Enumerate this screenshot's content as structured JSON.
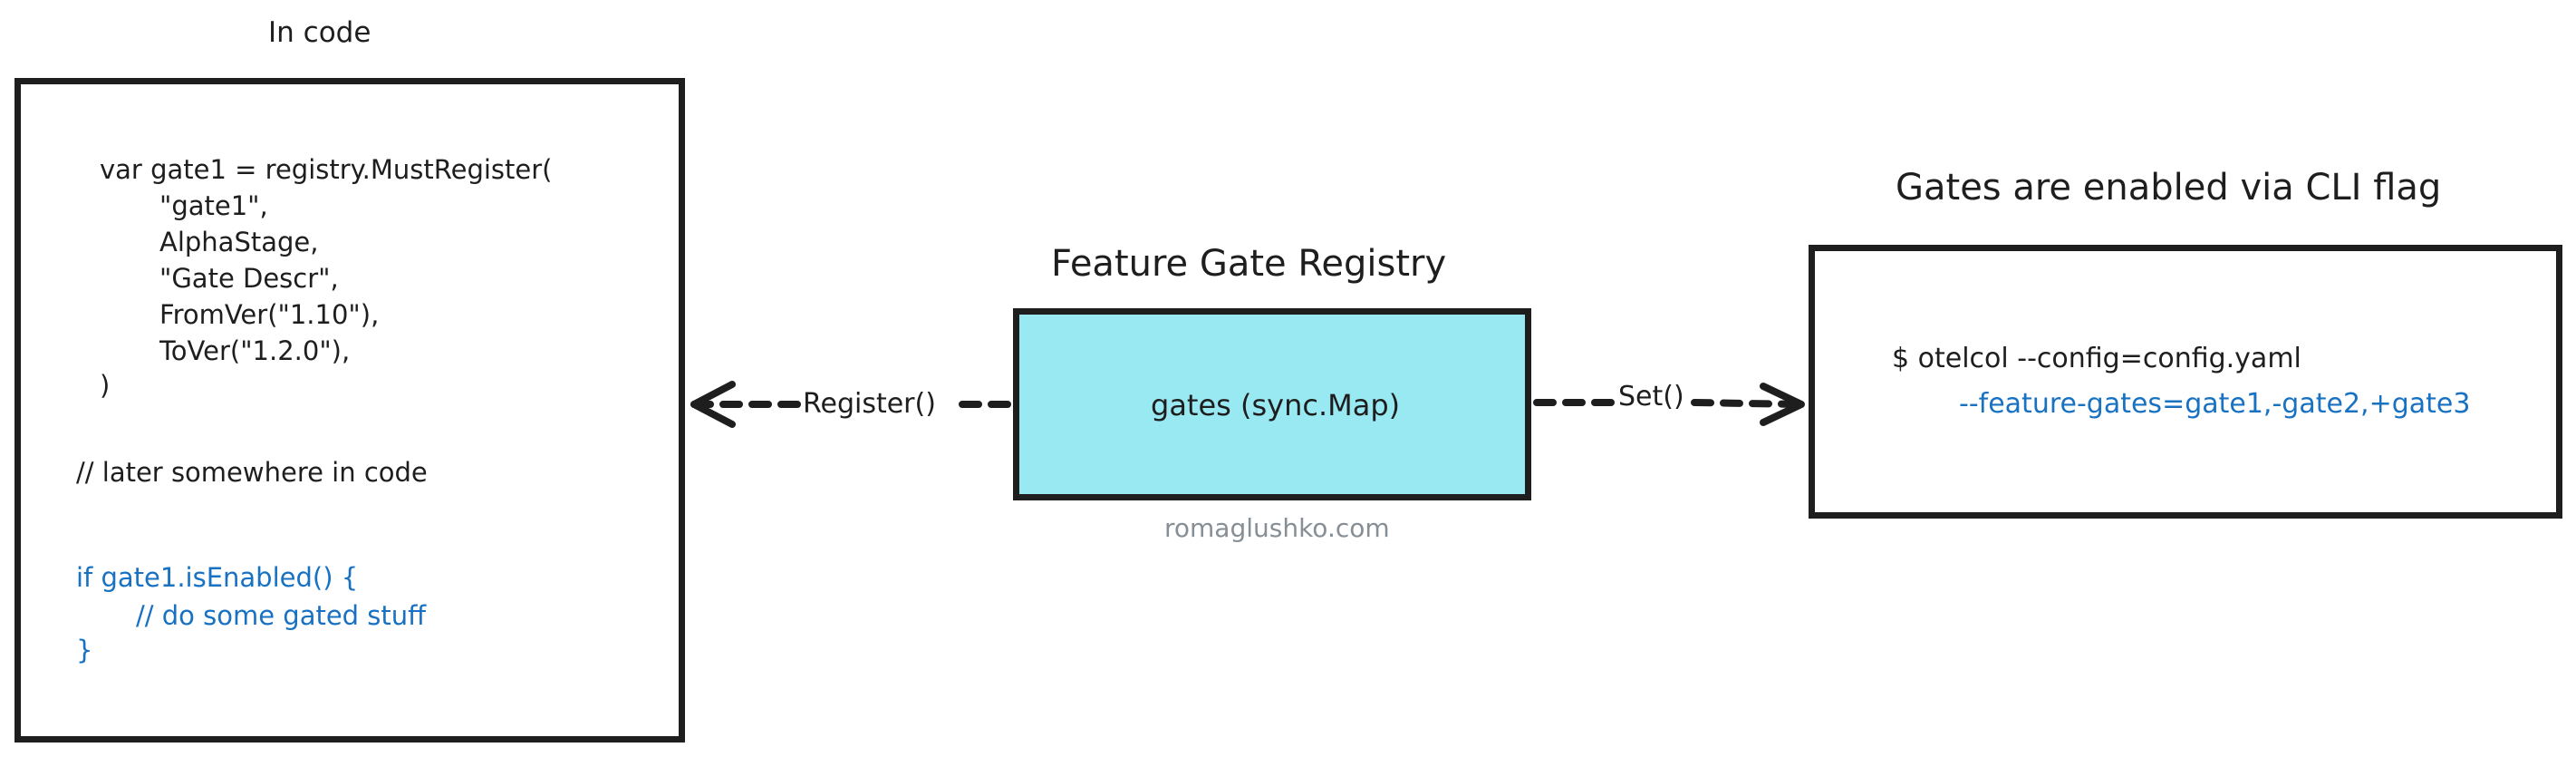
{
  "code_panel": {
    "title": "In code",
    "lines": [
      "var gate1 = registry.MustRegister(",
      "\"gate1\",",
      "AlphaStage,",
      "\"Gate Descr\",",
      "FromVer(\"1.10\"),",
      "ToVer(\"1.2.0\"),",
      ")",
      "// later somewhere in code",
      "if gate1.isEnabled() {",
      "// do some gated stuff",
      "}"
    ]
  },
  "registry": {
    "title": "Feature Gate Registry",
    "content": "gates (sync.Map)",
    "watermark": "romaglushko.com"
  },
  "cli_panel": {
    "title": "Gates are enabled via CLI flag",
    "command": "$ otelcol --config=config.yaml",
    "flag": "--feature-gates=gate1,-gate2,+gate3"
  },
  "edges": {
    "register_label": "Register()",
    "set_label": "Set()"
  },
  "colors": {
    "stroke": "#1e1e1e",
    "registry_fill": "#99e9f2",
    "highlight_text": "#1971c2",
    "watermark_text": "#868e96"
  }
}
